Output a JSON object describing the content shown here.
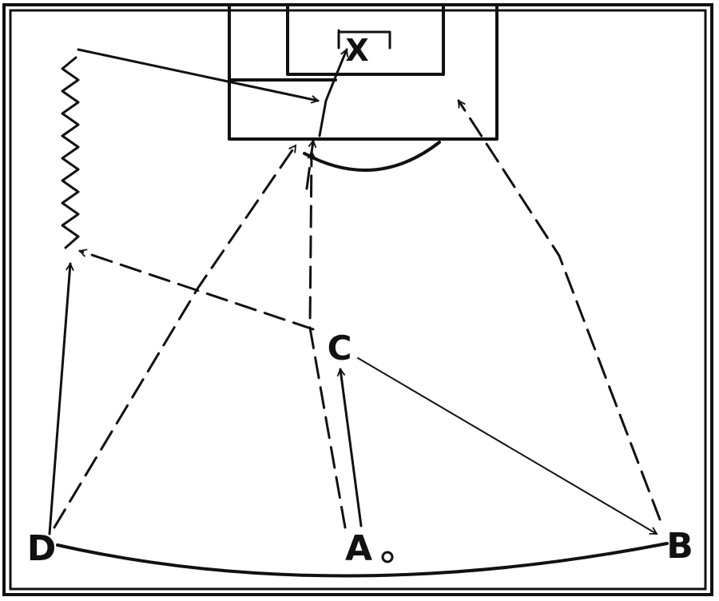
{
  "diagram": {
    "players": [
      {
        "id": "A",
        "label": "A"
      },
      {
        "id": "B",
        "label": "B"
      },
      {
        "id": "C",
        "label": "C"
      },
      {
        "id": "D",
        "label": "D"
      }
    ],
    "target": {
      "label": "X"
    },
    "ball": {
      "visible": true
    },
    "colors": {
      "ink": "#111111",
      "background": "#ffffff"
    }
  }
}
